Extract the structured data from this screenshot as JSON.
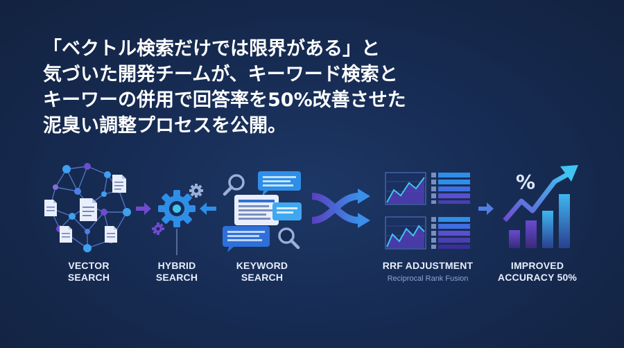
{
  "headline": {
    "line1": "「ベクトル検索だけでは限界がある」と",
    "line2": "気づいた開発チームが、キーワード検索と",
    "line3": "キーワーの併用で回答率を50%改善させた",
    "line4": "泥臭い調整プロセスを公開。"
  },
  "steps": {
    "vector": {
      "line1": "VECTOR",
      "line2": "SEARCH",
      "icon": "vector-network-icon"
    },
    "hybrid": {
      "line1": "HYBRID",
      "line2": "SEARCH",
      "icon": "gear-icon"
    },
    "keyword": {
      "line1": "KEYWORD",
      "line2": "SEARCH",
      "icon": "keyword-search-icon"
    },
    "rrf": {
      "line1": "RRF ADJUSTMENT",
      "sub": "Reciprocal Rank Fusion",
      "icon": "ranking-chart-icon"
    },
    "improved": {
      "line1": "IMPROVED",
      "line2": "ACCURACY 50%",
      "icon": "growth-chart-icon",
      "percent": "%"
    }
  },
  "colors": {
    "background": "#172c54",
    "accent_blue": "#2f8ee8",
    "accent_cyan": "#3fc4f2",
    "accent_purple": "#6f4bd0",
    "text": "#ffffff"
  }
}
